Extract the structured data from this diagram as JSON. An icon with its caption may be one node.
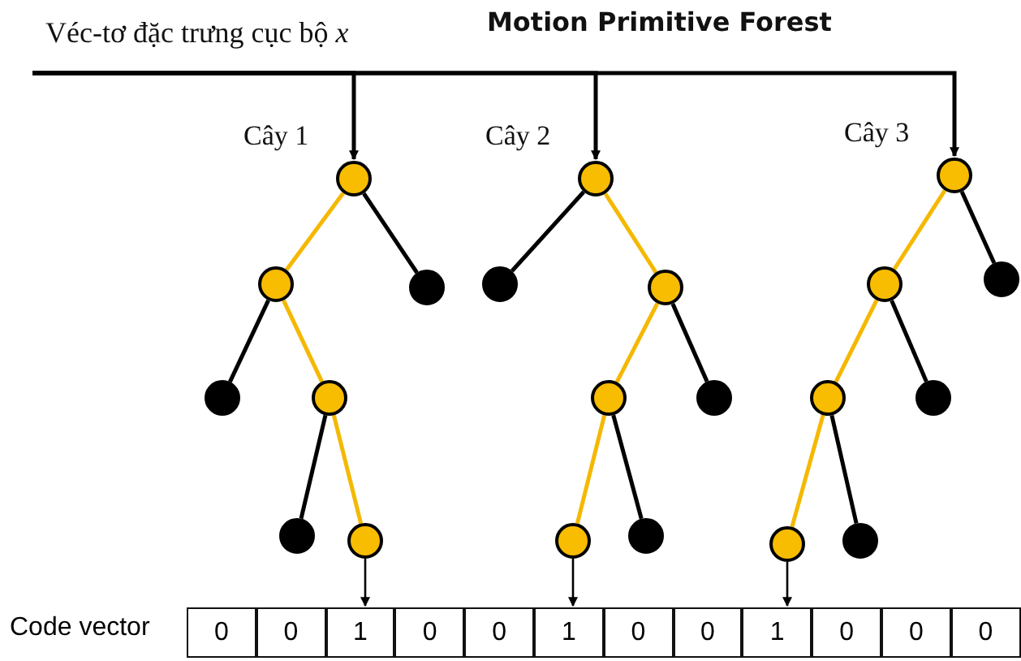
{
  "diagram": {
    "title": "Motion Primitive Forest",
    "nodes": [
      {
        "text": [
          "Véc-tơ đặc trưng cục bộ *x*"
        ]
      },
      {
        "text": [],
        "shape": "circle",
        "beside": [
          "Cây 1"
        ]
      },
      {
        "text": [],
        "shape": "circle"
      },
      {
        "text": [],
        "shape": "circle"
      },
      {
        "text": [],
        "shape": "circle"
      },
      {
        "text": [],
        "shape": "circle"
      },
      {
        "text": [],
        "shape": "circle"
      },
      {
        "text": [],
        "shape": "circle"
      },
      {
        "text": [],
        "shape": "circle",
        "beside": [
          "Cây 2"
        ]
      },
      {
        "text": [],
        "shape": "circle"
      },
      {
        "text": [],
        "shape": "circle"
      },
      {
        "text": [],
        "shape": "circle"
      },
      {
        "text": [],
        "shape": "circle"
      },
      {
        "text": [],
        "shape": "circle"
      },
      {
        "text": [],
        "shape": "circle"
      },
      {
        "text": [],
        "shape": "circle",
        "beside": [
          "Cây 3"
        ]
      },
      {
        "text": [],
        "shape": "circle"
      },
      {
        "text": [],
        "shape": "circle"
      },
      {
        "text": [],
        "shape": "circle"
      },
      {
        "text": [],
        "shape": "circle"
      },
      {
        "text": [],
        "shape": "circle"
      },
      {
        "text": [],
        "shape": "circle"
      },
      {
        "text": [
          "0"
        ]
      },
      {
        "text": [
          "0"
        ]
      },
      {
        "text": [
          "1"
        ]
      },
      {
        "text": [
          "0"
        ]
      },
      {
        "text": [
          "0"
        ]
      },
      {
        "text": [
          "1"
        ]
      },
      {
        "text": [
          "0"
        ]
      },
      {
        "text": [
          "0"
        ]
      },
      {
        "text": [
          "1"
        ]
      },
      {
        "text": [
          "0"
        ]
      },
      {
        "text": [
          "0"
        ]
      },
      {
        "text": [
          "0"
        ]
      }
    ],
    "edges": [
      {
        "from": 0,
        "to": 1,
        "arrow": "to"
      },
      {
        "from": 0,
        "to": 8,
        "arrow": "to"
      },
      {
        "from": 0,
        "to": 15,
        "arrow": "to"
      },
      {
        "from": 1,
        "to": 2,
        "arrow": "none",
        "color": "#f5b800"
      },
      {
        "from": 1,
        "to": 3,
        "arrow": "none"
      },
      {
        "from": 2,
        "to": 4,
        "arrow": "none"
      },
      {
        "from": 2,
        "to": 5,
        "arrow": "none",
        "color": "#f5b800"
      },
      {
        "from": 5,
        "to": 6,
        "arrow": "none"
      },
      {
        "from": 5,
        "to": 7,
        "arrow": "none",
        "color": "#f5b800"
      },
      {
        "from": 8,
        "to": 9,
        "arrow": "none"
      },
      {
        "from": 8,
        "to": 10,
        "arrow": "none",
        "color": "#f5b800"
      },
      {
        "from": 10,
        "to": 11,
        "arrow": "none",
        "color": "#f5b800"
      },
      {
        "from": 10,
        "to": 12,
        "arrow": "none"
      },
      {
        "from": 11,
        "to": 13,
        "arrow": "none",
        "color": "#f5b800"
      },
      {
        "from": 11,
        "to": 14,
        "arrow": "none"
      },
      {
        "from": 15,
        "to": 16,
        "arrow": "none",
        "color": "#f5b800"
      },
      {
        "from": 15,
        "to": 17,
        "arrow": "none"
      },
      {
        "from": 16,
        "to": 18,
        "arrow": "none",
        "color": "#f5b800"
      },
      {
        "from": 16,
        "to": 19,
        "arrow": "none"
      },
      {
        "from": 18,
        "to": 20,
        "arrow": "none",
        "color": "#f5b800"
      },
      {
        "from": 18,
        "to": 21,
        "arrow": "none"
      },
      {
        "from": 7,
        "to": 24,
        "arrow": "to"
      },
      {
        "from": 13,
        "to": 27,
        "arrow": "to"
      },
      {
        "from": 20,
        "to": 30,
        "arrow": "to"
      }
    ],
    "labels": [
      "Code vector"
    ]
  }
}
